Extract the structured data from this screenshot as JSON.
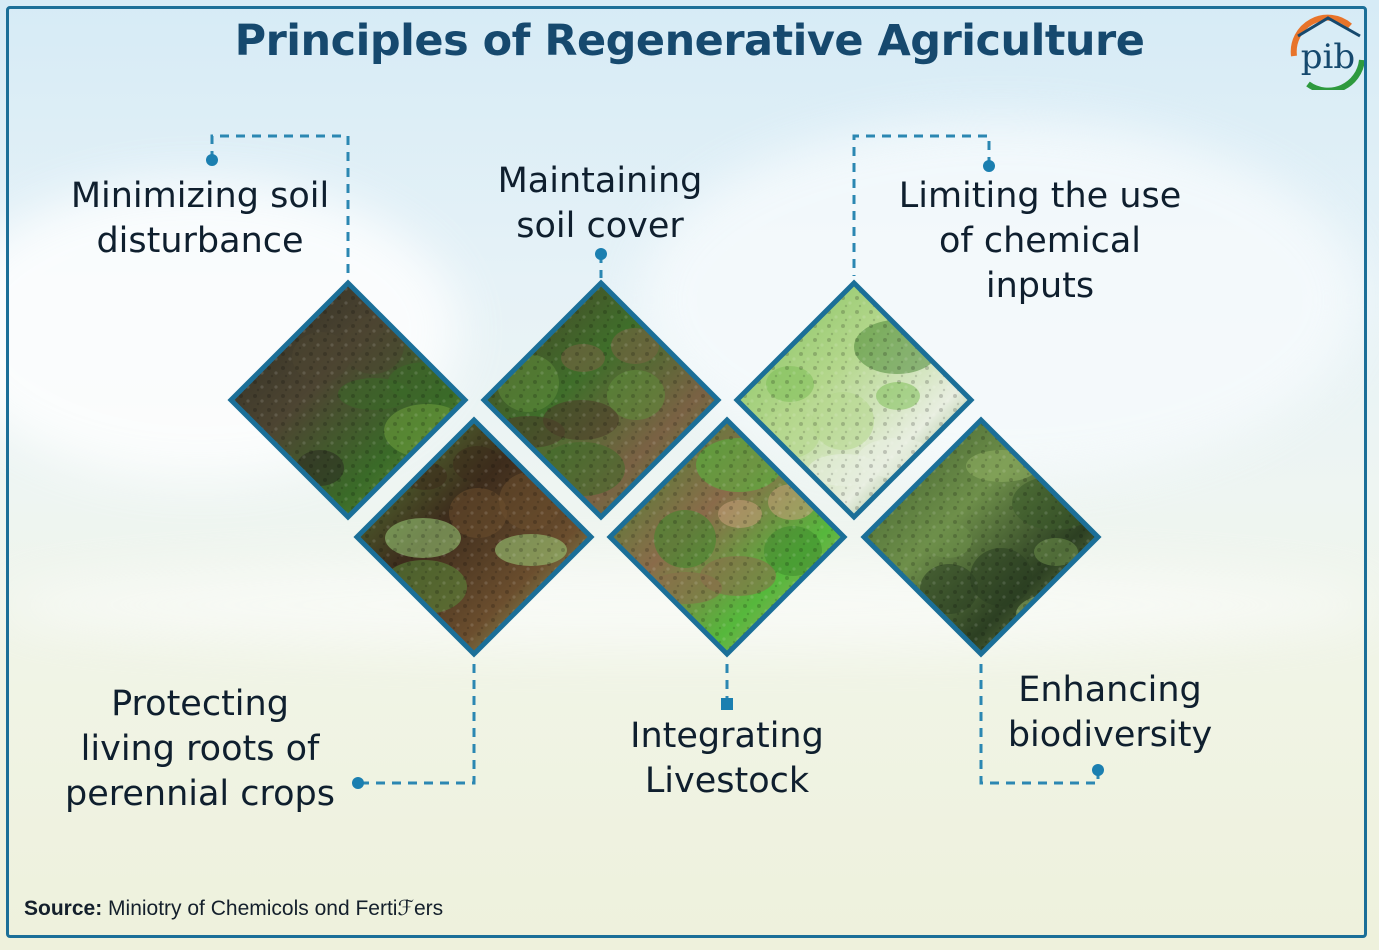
{
  "title": "Principles of Regenerative Agriculture",
  "principles": [
    {
      "id": "minimizing-soil-disturbance",
      "lines": [
        "Minimizing soil",
        "disturbance"
      ],
      "photo_colors": [
        "#2a2a20",
        "#4d4532",
        "#3a6a28",
        "#6f9e3c"
      ]
    },
    {
      "id": "protecting-living-roots",
      "lines": [
        "Protecting",
        "living roots of",
        "perennial crops"
      ],
      "photo_colors": [
        "#5a8a3a",
        "#3d2c1c",
        "#6b4e2e",
        "#9ccf7a"
      ]
    },
    {
      "id": "maintaining-soil-cover",
      "lines": [
        "Maintaining",
        "soil cover"
      ],
      "photo_colors": [
        "#4a3a28",
        "#3f6e2a",
        "#7a6244",
        "#5e8c3a"
      ]
    },
    {
      "id": "integrating-livestock",
      "lines": [
        "Integrating",
        "Livestock"
      ],
      "photo_colors": [
        "#3f8a2e",
        "#8a6b4a",
        "#56b83c",
        "#c9a07a"
      ]
    },
    {
      "id": "limiting-chemical-inputs",
      "lines": [
        "Limiting the use",
        "of chemical",
        "inputs"
      ],
      "photo_colors": [
        "#7fbf5a",
        "#b4d78c",
        "#e8eee0",
        "#4f8a3a"
      ]
    },
    {
      "id": "enhancing-biodiversity",
      "lines": [
        "Enhancing",
        "biodiversity"
      ],
      "photo_colors": [
        "#3a5a2a",
        "#6e8f4a",
        "#2c3f22",
        "#8fae62"
      ]
    }
  ],
  "source": {
    "label": "Source:",
    "text": "Miniotry of Chemicols ond Fertiℱers"
  },
  "logo": {
    "text": "pib",
    "colors": [
      "#e8742a",
      "#1b6f98",
      "#2e9a3e"
    ]
  },
  "colors": {
    "title": "#16496e",
    "tile_border": "#1b6f98",
    "connector": "#2b87b2",
    "frame": "#1b6f98"
  }
}
